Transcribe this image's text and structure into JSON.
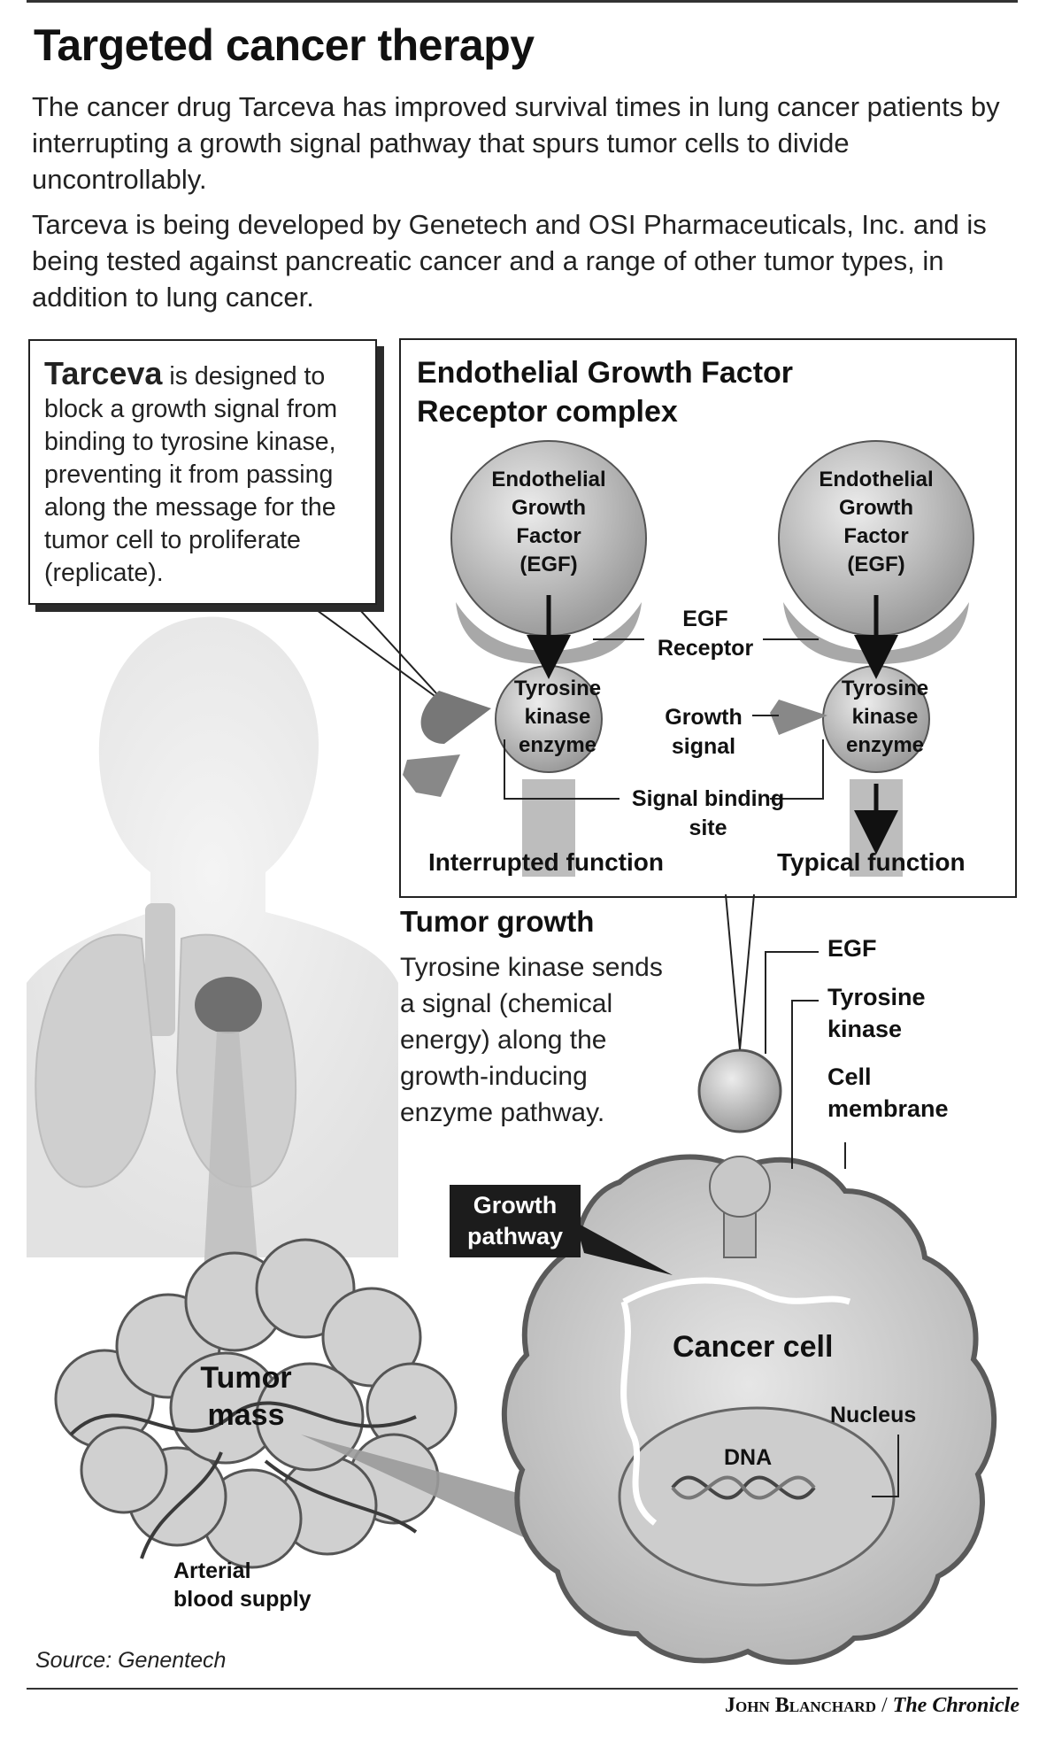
{
  "header": {
    "title": "Targeted cancer therapy",
    "intro_1": "The cancer drug Tarceva has improved survival times in lung cancer patients by interrupting a growth signal pathway that spurs tumor cells to divide uncontrollably.",
    "intro_2": "Tarceva is being developed by Genetech and OSI Pharmaceuticals, Inc. and is being tested against pancreatic cancer and a range of other tumor types, in addition to lung cancer."
  },
  "callout": {
    "lead": "Tarceva",
    "text": " is designed to block a growth signal from binding to tyrosine kinase, preventing it from passing along the message for the tumor cell to proliferate (replicate)."
  },
  "receptor_panel": {
    "title_1": "Endothelial Growth Factor",
    "title_2": "Receptor complex",
    "egf_line_1": "Endothelial",
    "egf_line_2": "Growth",
    "egf_line_3": "Factor",
    "egf_line_4": "(EGF)",
    "tk_line_1": "Tyrosine",
    "tk_line_2": "kinase",
    "tk_line_3": "enzyme",
    "egf_receptor_1": "EGF",
    "egf_receptor_2": "Receptor",
    "growth_signal_1": "Growth",
    "growth_signal_2": "signal",
    "binding_site_1": "Signal binding",
    "binding_site_2": "site",
    "left_caption": "Interrupted function",
    "right_caption": "Typical function"
  },
  "tumor_growth": {
    "heading": "Tumor growth",
    "text_1": "Tyrosine kinase sends",
    "text_2": "a signal (chemical",
    "text_3": "energy) along the",
    "text_4": "growth-inducing",
    "text_5": "enzyme pathway."
  },
  "cell_labels": {
    "egf": "EGF",
    "tk_1": "Tyrosine",
    "tk_2": "kinase",
    "membrane_1": "Cell",
    "membrane_2": "membrane",
    "pathway_1": "Growth",
    "pathway_2": "pathway",
    "cancer_cell": "Cancer cell",
    "nucleus": "Nucleus",
    "dna": "DNA",
    "tumor_1": "Tumor",
    "tumor_2": "mass",
    "blood_1": "Arterial",
    "blood_2": "blood supply"
  },
  "footer": {
    "source": "Source: Genentech",
    "credit_name": "John Blanchard",
    "credit_sep": " / ",
    "credit_pub": "The Chronicle"
  },
  "colors": {
    "ink": "#1a1a1a",
    "mid_gray": "#b8b8b8",
    "light_gray": "#dcdcdc",
    "dark_gray": "#6e6e6e"
  }
}
